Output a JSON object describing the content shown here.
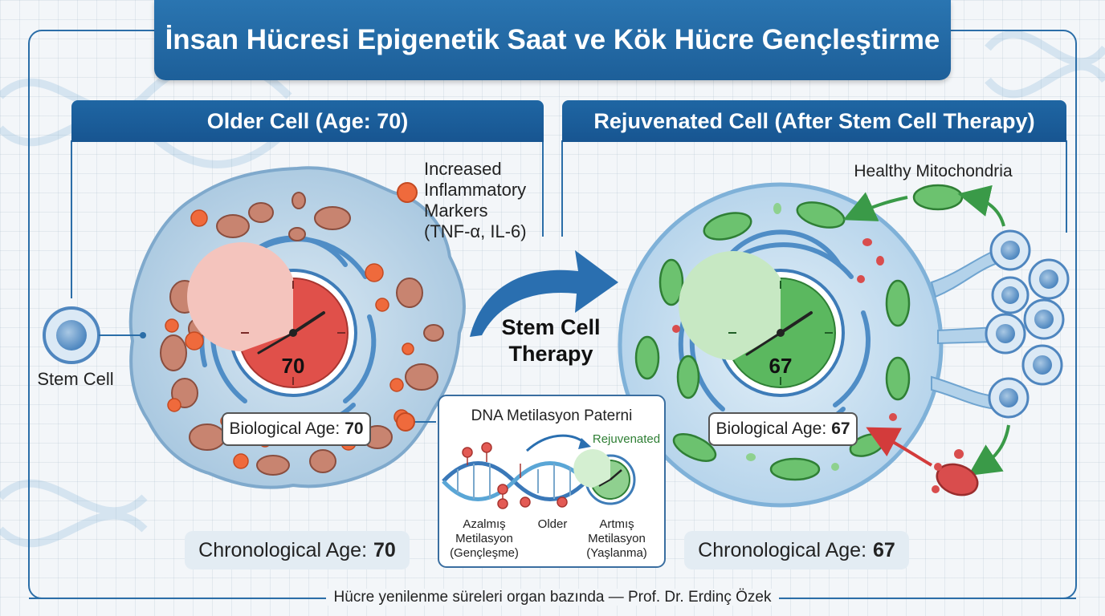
{
  "title": "İnsan Hücresi Epigenetik Saat ve Kök Hücre Gençleştirme",
  "left_panel": {
    "header": "Older Cell (Age: 70)",
    "clock_value": "70",
    "biological_label": "Biological Age:",
    "biological_value": "70",
    "chronological_label": "Chronological Age:",
    "chronological_value": "70",
    "stem_cell_label": "Stem Cell",
    "inflammatory_line1": "Increased",
    "inflammatory_line2": "Inflammatory",
    "inflammatory_line3": "Markers",
    "inflammatory_line4": "(TNF-α, IL-6)"
  },
  "therapy": {
    "line1": "Stem Cell",
    "line2": "Therapy"
  },
  "right_panel": {
    "header": "Rejuvenated Cell (After Stem Cell Therapy)",
    "clock_value": "67",
    "biological_label": "Biological Age:",
    "biological_value": "67",
    "chronological_label": "Chronological Age:",
    "chronological_value": "67",
    "mitochondria_label": "Healthy Mitochondria"
  },
  "dna_box": {
    "title": "DNA Metilasyon Paterni",
    "rejuvenated_label": "Rejuvenated",
    "left_line1": "Azalmış",
    "left_line2": "Metilasyon",
    "left_line3": "(Gençleşme)",
    "middle_label": "Older",
    "right_line1": "Artmış",
    "right_line2": "Metilasyon",
    "right_line3": "(Yaşlanma)"
  },
  "footer": "Hücre yenilenme süreleri organ bazında — Prof. Dr. Erdinç Özek",
  "colors": {
    "brand_blue": "#1f66a3",
    "old_clock_red": "#e0504a",
    "young_clock_green": "#5bb85f",
    "cell_blue": "#b8d4e8",
    "mitochondria_brown": "#b96c5a",
    "mitochondria_green": "#4caf50"
  }
}
